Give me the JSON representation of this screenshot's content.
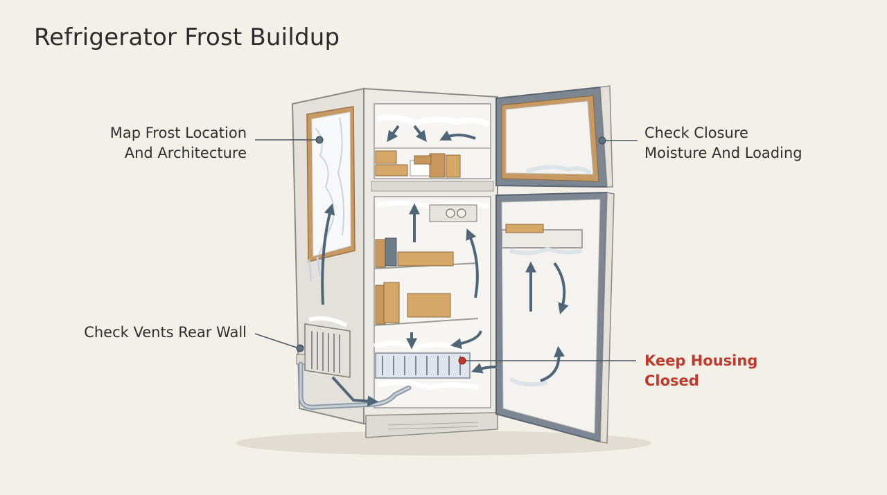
{
  "title": "Refrigerator Frost Buildup",
  "callouts": {
    "map_frost": {
      "line1": "Map Frost Location",
      "line2": "And Architecture"
    },
    "check_closure": {
      "line1": "Check Closure",
      "line2": "Moisture And Loading"
    },
    "check_vents": {
      "line1": "Check Vents Rear Wall"
    },
    "keep_housing": {
      "line1": "Keep Housing",
      "line2": "Closed"
    }
  },
  "colors": {
    "background": "#f3f0e8",
    "alert": "#c0392b",
    "leader": "#4a5560",
    "frost": "#ffffff",
    "arrow": "#4f6578",
    "body": "#e9e6df"
  }
}
